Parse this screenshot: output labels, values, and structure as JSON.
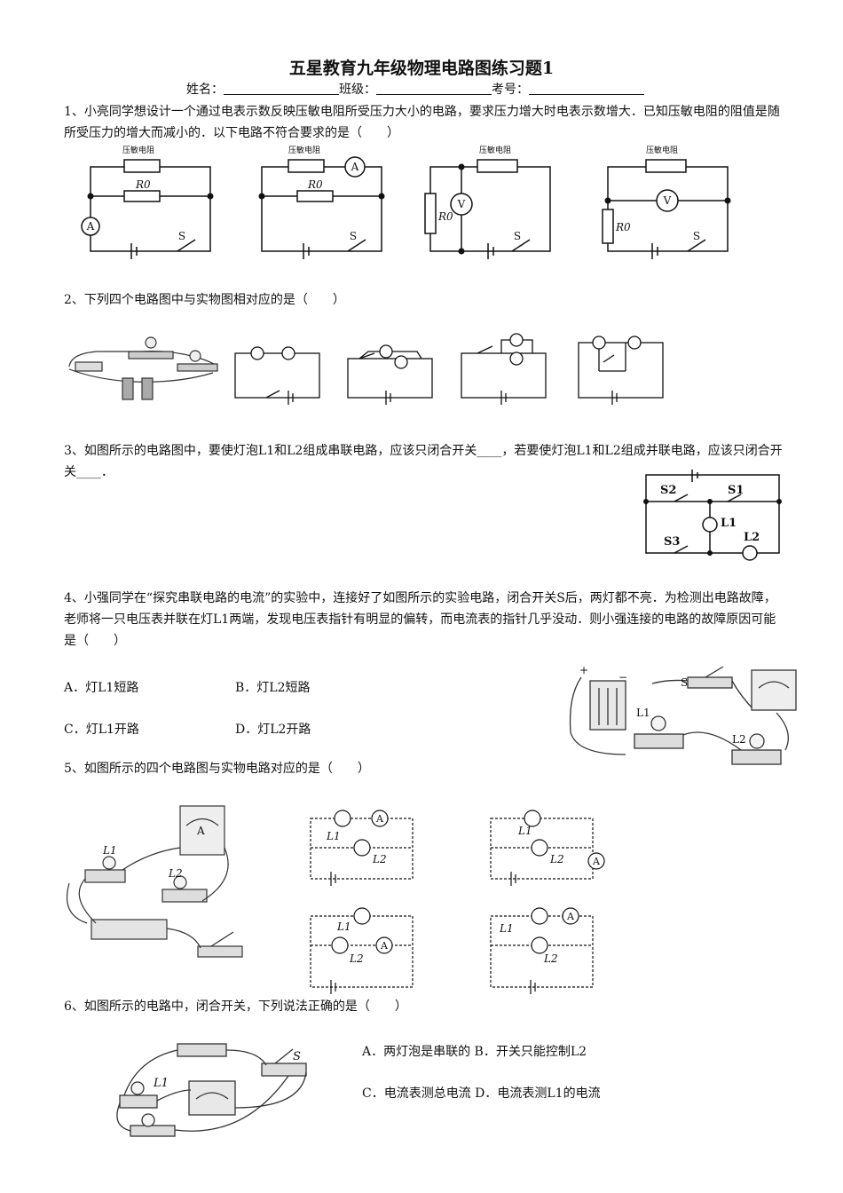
{
  "title": "五星教育九年级物理电路图练习题1",
  "student_info": {
    "name_label": "姓名：",
    "class_label": "班级：",
    "exam_no_label": "考号："
  },
  "q1": {
    "text": "1、小亮同学想设计一个通过电表示数反映压敏电阻所受压力大小的电路，要求压力增大时电表示数增大．已知压敏电阻的阻值是随所受压力的增大而减小的．以下电路不符合要求的是（　　）",
    "labels": {
      "pressure_resistor": "压敏电阻",
      "r0": "R0",
      "ammeter": "A",
      "voltmeter": "V",
      "switch": "S"
    }
  },
  "q2": {
    "text": "2、下列四个电路图中与实物图相对应的是（　　）"
  },
  "q3": {
    "text": "3、如图所示的电路图中，要使灯泡L1和L2组成串联电路，应该只闭合开关____，若要使灯泡L1和L2组成并联电路，应该只闭合开关____．",
    "labels": {
      "s1": "S1",
      "s2": "S2",
      "s3": "S3",
      "l1": "L1",
      "l2": "L2"
    }
  },
  "q4": {
    "text": "4、小强同学在“探究串联电路的电流”的实验中，连接好了如图所示的实验电路，闭合开关S后，两灯都不亮．为检测出电路故障，老师将一只电压表并联在灯L1两端，发现电压表指针有明显的偏转，而电流表的指针几乎没动．则小强连接的电路的故障原因可能是（　　）",
    "options": {
      "a": "A．灯L1短路",
      "b": "B．灯L2短路",
      "c": "C．灯L1开路",
      "d": "D．灯L2开路"
    },
    "labels": {
      "plus": "+",
      "minus": "−",
      "s": "S",
      "l1": "L1",
      "l2": "L2"
    }
  },
  "q5": {
    "text": "5、如图所示的四个电路图与实物电路对应的是（　　）",
    "labels": {
      "l1": "L1",
      "l2": "L2",
      "a": "A"
    }
  },
  "q6": {
    "text": "6、如图所示的电路中，闭合开关，下列说法正确的是（　　）",
    "options": {
      "ab": "A．两灯泡是串联的 B．开关只能控制L2",
      "cd": "C．电流表测总电流 D．电流表测L1的电流"
    },
    "labels": {
      "s": "S",
      "l1": "L1"
    }
  }
}
